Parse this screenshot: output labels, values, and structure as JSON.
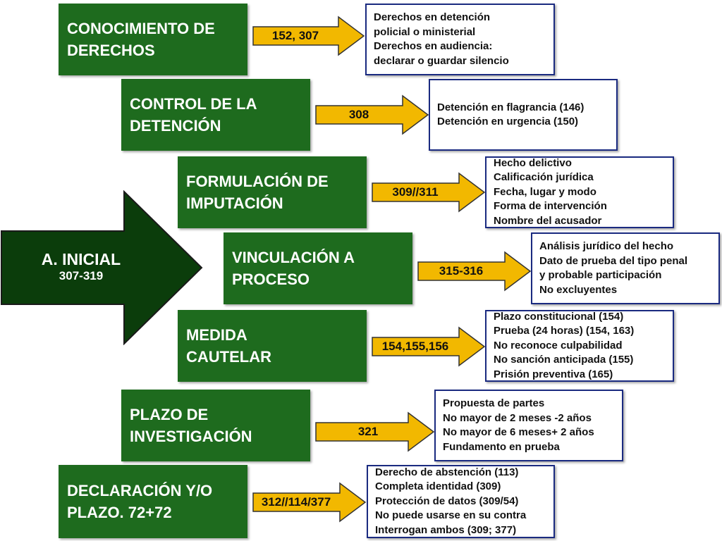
{
  "main": {
    "title": "A. INICIAL",
    "subtitle": "307-319"
  },
  "colors": {
    "stage": "#1e6b1e",
    "main_arrow": "#0b3d0b",
    "arrow_fill": "#f2b800",
    "box_border": "#1a2a80"
  },
  "stages": [
    {
      "title": "CONOCIMIENTO DE\nDERECHOS",
      "articles": "152, 307",
      "details": [
        "Derechos en detención",
        "policial o ministerial",
        "Derechos en audiencia:",
        "declarar o guardar silencio"
      ]
    },
    {
      "title": "CONTROL DE LA\nDETENCIÓN",
      "articles": "308",
      "details": [
        "Detención en flagrancia (146)",
        "Detención en urgencia (150)"
      ]
    },
    {
      "title": "FORMULACIÓN DE\nIMPUTACIÓN",
      "articles": "309//311",
      "details": [
        "Hecho delictivo",
        "Calificación jurídica",
        "Fecha, lugar y modo",
        "Forma de intervención",
        "Nombre del acusador"
      ]
    },
    {
      "title": "VINCULACIÓN A\nPROCESO",
      "articles": "315-316",
      "details": [
        "Análisis jurídico del hecho",
        "Dato de prueba del tipo penal",
        "y probable participación",
        "No excluyentes"
      ]
    },
    {
      "title": "MEDIDA\nCAUTELAR",
      "articles": "154,155,156",
      "details": [
        "Plazo constitucional (154)",
        "Prueba (24 horas) (154, 163)",
        "No reconoce culpabilidad",
        "No sanción anticipada (155)",
        "Prisión preventiva (165)"
      ]
    },
    {
      "title": "PLAZO DE\nINVESTIGACIÓN",
      "articles": "321",
      "details": [
        "Propuesta de partes",
        "No mayor de 2 meses -2 años",
        "No mayor de 6 meses+ 2 años",
        "Fundamento en prueba"
      ]
    },
    {
      "title": "DECLARACIÓN Y/O\nPLAZO. 72+72",
      "articles": "312//114/377",
      "details": [
        "Derecho de abstención  (113)",
        "Completa identidad (309)",
        "Protección de datos (309/54)",
        "No puede usarse en su contra",
        "Interrogan ambos  (309; 377)"
      ]
    }
  ]
}
